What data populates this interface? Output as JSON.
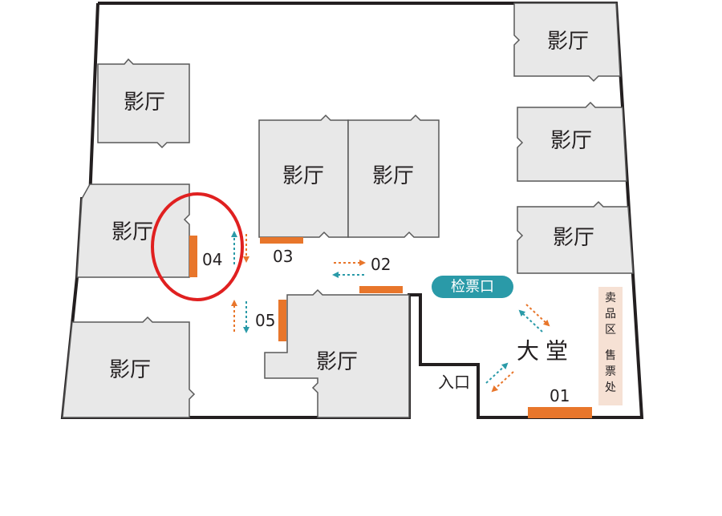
{
  "halls": {
    "h1": "影厅",
    "h2": "影厅",
    "h3": "影厅",
    "h4": "影厅",
    "h5": "影厅",
    "h6": "影厅",
    "h7": "影厅",
    "h8": "影厅",
    "h9": "影厅"
  },
  "markers": {
    "m01": "01",
    "m02": "02",
    "m03": "03",
    "m04": "04",
    "m05": "05"
  },
  "labels": {
    "lobby_1": "大",
    "lobby_2": "堂",
    "entrance": "入口",
    "ticket_check": "检票口",
    "concession_1": "卖",
    "concession_2": "品",
    "concession_3": "区",
    "ticket_1": "售",
    "ticket_2": "票",
    "ticket_3": "处"
  },
  "colors": {
    "marker_bar": "#e8762b",
    "arrow_teal": "#2a9aa8",
    "highlight_circle": "#e02020",
    "hall_fill": "#e8e8e8",
    "concession_fill": "#f6e1d4"
  },
  "highlight": {
    "target": "04"
  }
}
